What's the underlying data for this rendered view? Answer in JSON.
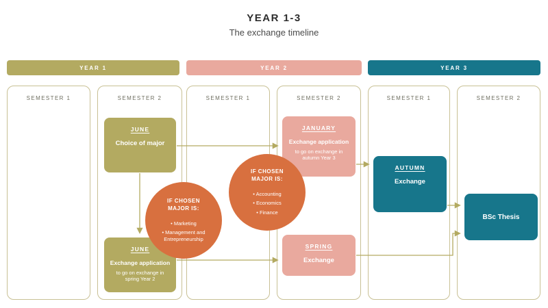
{
  "title": {
    "main": "YEAR 1-3",
    "subtitle": "The exchange timeline"
  },
  "colors": {
    "olive": "#b3aa61",
    "salmon": "#e9a99e",
    "teal": "#17768b",
    "orange": "#d8703f",
    "column_border": "#c8c094",
    "arrow": "#b3aa61"
  },
  "year_bars": [
    {
      "label": "YEAR 1"
    },
    {
      "label": "YEAR 2"
    },
    {
      "label": "YEAR 3"
    }
  ],
  "semester_columns": [
    {
      "label": "SEMESTER 1"
    },
    {
      "label": "SEMESTER 2"
    },
    {
      "label": "SEMESTER 1"
    },
    {
      "label": "SEMESTER 2"
    },
    {
      "label": "SEMESTER 1"
    },
    {
      "label": "SEMESTER 2"
    }
  ],
  "nodes": {
    "choice_of_major": {
      "heading": "JUNE",
      "body": "Choice of major"
    },
    "june_application": {
      "heading": "JUNE",
      "line1": "Exchange application",
      "line2": "to go on exchange in spring Year 2"
    },
    "january_application": {
      "heading": "JANUARY",
      "line1": "Exchange application",
      "line2": "to go on exchange in autumn Year 3"
    },
    "spring_exchange": {
      "heading": "SPRING",
      "body": "Exchange"
    },
    "autumn_exchange": {
      "heading": "AUTUMN",
      "body": "Exchange"
    },
    "bsc_thesis": {
      "body": "BSc Thesis"
    },
    "decision_year1": {
      "heading": "IF CHOSEN MAJOR IS:",
      "items": [
        "Marketing",
        "Management and Entrepreneurship"
      ]
    },
    "decision_year2": {
      "heading": "IF CHOSEN MAJOR IS:",
      "items": [
        "Accounting",
        "Economics",
        "Finance"
      ]
    }
  }
}
